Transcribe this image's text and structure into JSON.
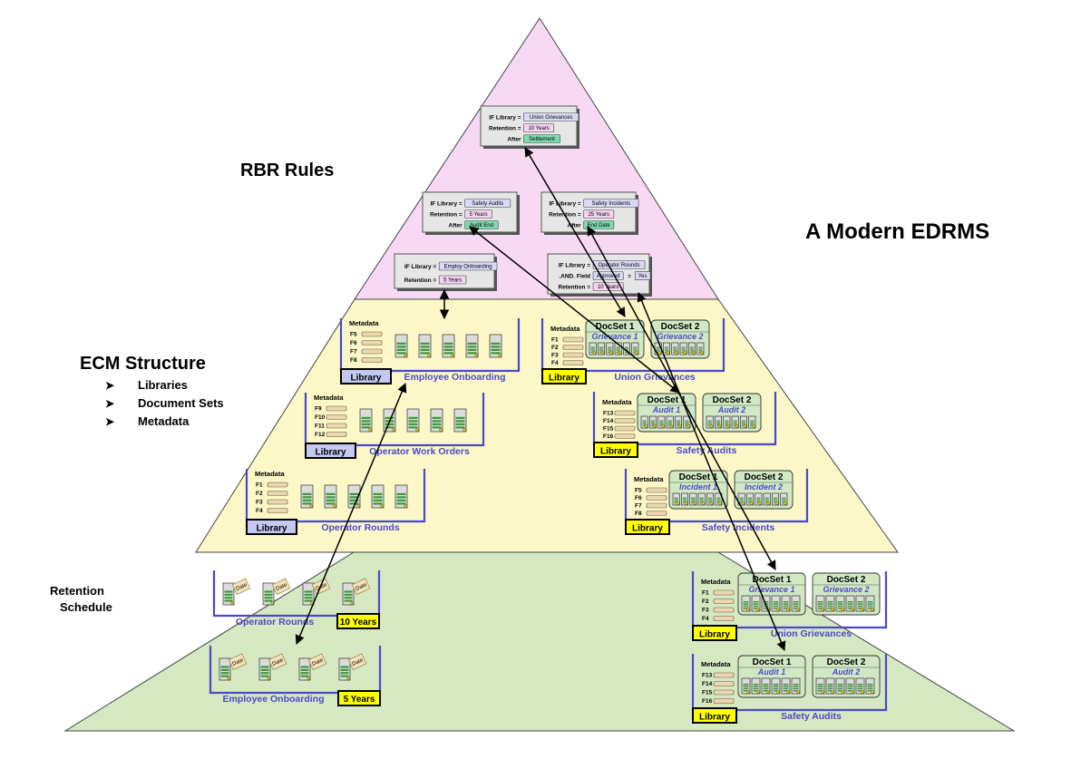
{
  "title": "A Modern EDRMS",
  "layers": {
    "rbr": {
      "label": "RBR Rules"
    },
    "ecm": {
      "label": "ECM Structure",
      "bullets": [
        "Libraries",
        "Document Sets",
        "Metadata"
      ]
    },
    "retention": {
      "label_line1": "Retention",
      "label_line2": "Schedule"
    }
  },
  "rules": [
    {
      "lines": [
        {
          "k": "IF Library =",
          "v": "Union Grievances",
          "c": "#d9d9f5"
        },
        {
          "k": "Retention =",
          "v": "10 Years",
          "c": "#f3d3f0"
        },
        {
          "k": "After",
          "v": "Settlement",
          "c": "#7fd9b0"
        }
      ]
    },
    {
      "lines": [
        {
          "k": "IF Library =",
          "v": "Safety Audits",
          "c": "#d9d9f5"
        },
        {
          "k": "Retention =",
          "v": "5 Years",
          "c": "#f3d3f0"
        },
        {
          "k": "After",
          "v": "Audit End",
          "c": "#7fd9b0"
        }
      ]
    },
    {
      "lines": [
        {
          "k": "IF Library =",
          "v": "Safety Incidents",
          "c": "#d9d9f5"
        },
        {
          "k": "Retention =",
          "v": "25 Years",
          "c": "#f3d3f0"
        },
        {
          "k": "After",
          "v": "End Date",
          "c": "#7fd9b0"
        }
      ]
    },
    {
      "lines": [
        {
          "k": "IF Library =",
          "v": "Employ Onboarding",
          "c": "#d9d9f5"
        },
        {
          "k": "Retention =",
          "v": "5 Years",
          "c": "#f3d3f0"
        }
      ]
    },
    {
      "lines": [
        {
          "k": "IF Library =",
          "v": "Operator Rounds",
          "c": "#d9d9f5"
        },
        {
          "k": ".AND. Field",
          "v": "Approved",
          "c": "#d9d9f5",
          "eq": "=",
          "v2": "Yes"
        },
        {
          "k": "Retention =",
          "v": "10 Years",
          "c": "#f3d3f0"
        }
      ]
    }
  ],
  "metadata_label": "Metadata",
  "library_label": "Library",
  "simple_libraries": [
    {
      "name": "Employee Onboarding",
      "fields": [
        "F5",
        "F6",
        "F7",
        "F8"
      ]
    },
    {
      "name": "Operator Work Orders",
      "fields": [
        "F9",
        "F10",
        "F11",
        "F12"
      ]
    },
    {
      "name": "Operator Rounds",
      "fields": [
        "F1",
        "F2",
        "F3",
        "F4"
      ]
    }
  ],
  "docset_libraries": [
    {
      "name": "Union Grievances",
      "fields": [
        "F1",
        "F2",
        "F3",
        "F4"
      ],
      "sets": [
        {
          "t": "DocSet 1",
          "s": "Grievance 1"
        },
        {
          "t": "DocSet 2",
          "s": "Grievance 2"
        }
      ]
    },
    {
      "name": "Safety Audits",
      "fields": [
        "F13",
        "F14",
        "F15",
        "F16"
      ],
      "sets": [
        {
          "t": "DocSet 1",
          "s": "Audit 1"
        },
        {
          "t": "DocSet 2",
          "s": "Audit 2"
        }
      ]
    },
    {
      "name": "Safety Incidents",
      "fields": [
        "F5",
        "F6",
        "F7",
        "F8"
      ],
      "sets": [
        {
          "t": "DocSet 1",
          "s": "Incident 1"
        },
        {
          "t": "DocSet 2",
          "s": "Incident 2"
        }
      ]
    },
    {
      "name": "Union Grievances",
      "fields": [
        "F1",
        "F2",
        "F3",
        "F4"
      ],
      "sets": [
        {
          "t": "DocSet 1",
          "s": "Grievance 1"
        },
        {
          "t": "DocSet 2",
          "s": "Grievance 2"
        }
      ]
    },
    {
      "name": "Safety Audits",
      "fields": [
        "F13",
        "F14",
        "F15",
        "F16"
      ],
      "sets": [
        {
          "t": "DocSet 1",
          "s": "Audit 1"
        },
        {
          "t": "DocSet 2",
          "s": "Audit 2"
        }
      ]
    }
  ],
  "retention_libraries": [
    {
      "name": "Operator Rounds",
      "period": "10 Years"
    },
    {
      "name": "Employee Onboarding",
      "period": "5 Years"
    }
  ],
  "tag_text": "Date",
  "colors": {
    "rbr_layer": "#f7d9f4",
    "ecm_layer": "#fbf7c6",
    "retention_layer": "#d5e8c2",
    "library_blue": "#4a4ac8",
    "library_tag": "#c5c8f0",
    "library_tag_yellow": "#ffff00",
    "docset_fill": "#d0e9c4"
  }
}
